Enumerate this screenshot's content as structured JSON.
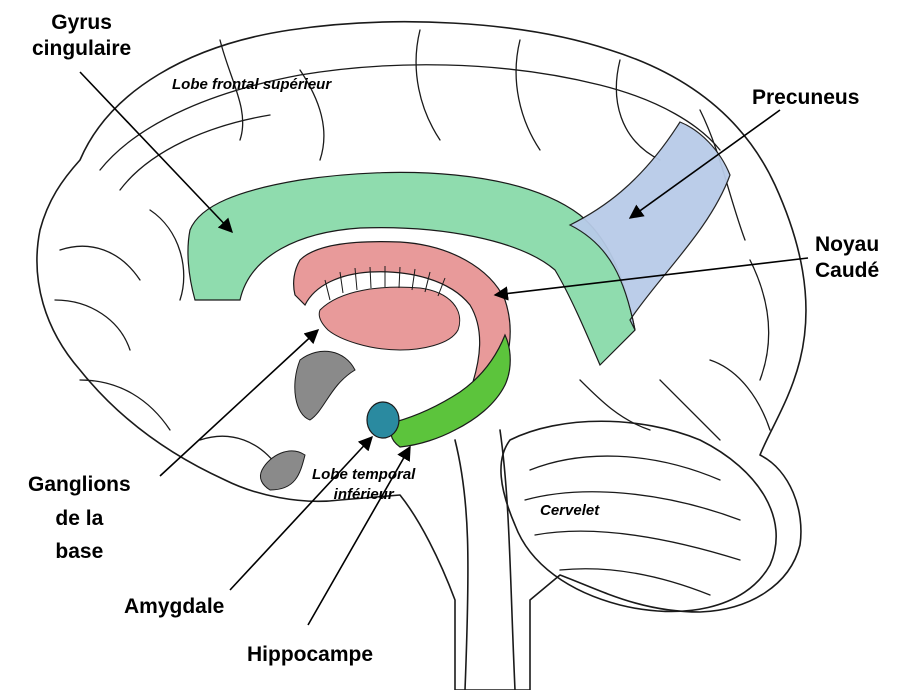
{
  "labels": {
    "gyrus_cingulaire": [
      "Gyrus",
      "cingulaire"
    ],
    "lobe_frontal_superieur": "Lobe frontal supérieur",
    "precuneus": "Precuneus",
    "noyau_caude": [
      "Noyau",
      "Caudé"
    ],
    "ganglions_de_la_base": [
      "Ganglions",
      "de la",
      "base"
    ],
    "lobe_temporal_inferieur": [
      "Lobe temporal",
      "inférieur"
    ],
    "cervelet": "Cervelet",
    "amygdale": "Amygdale",
    "hippocampe": "Hippocampe"
  },
  "colors": {
    "gyrus_cingulaire": "#8fdcae",
    "precuneus": "#b8cbe8",
    "noyau_caude": "#e89a9a",
    "hippocampe": "#5cc43c",
    "amygdale": "#2a8aa0",
    "ventricle": "#8a8a8a"
  }
}
